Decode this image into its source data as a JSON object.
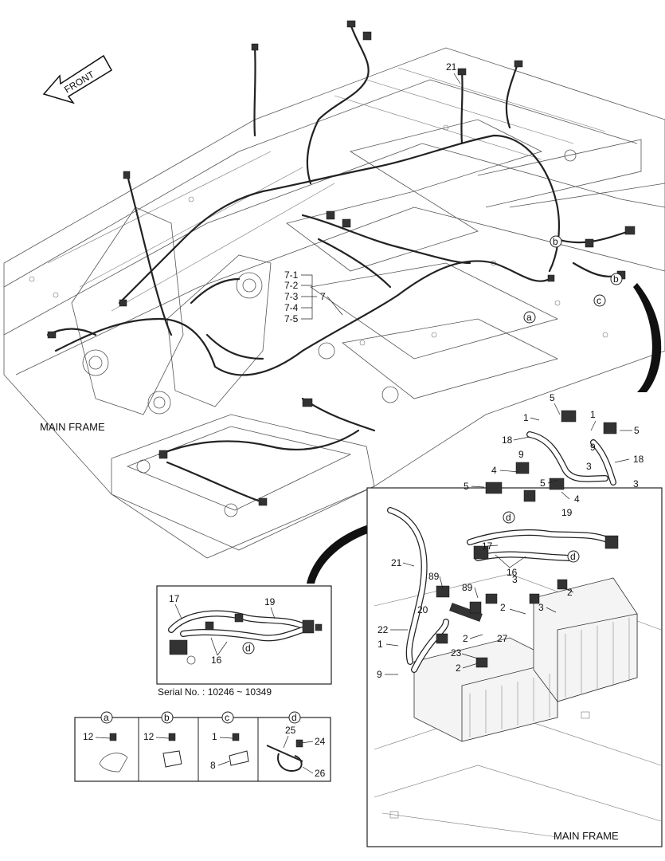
{
  "arrow_label": "FRONT",
  "main_frame_label": "MAIN FRAME",
  "detail_frame_label": "MAIN FRAME",
  "serial_label": "Serial No. : 10246 ~ 10349",
  "callouts_main": {
    "c21": "21",
    "c7": "7",
    "c71": "7-1",
    "c72": "7-2",
    "c73": "7-3",
    "c74": "7-4",
    "c75": "7-5",
    "ca": "a",
    "cb1": "b",
    "cb2": "b",
    "cc": "c"
  },
  "callouts_detail": {
    "d5a": "5",
    "d1a": "1",
    "d1b": "1",
    "d5b": "5",
    "d18a": "18",
    "d9a": "9",
    "d9b": "9",
    "d3a": "3",
    "d18b": "18",
    "d4a": "4",
    "d5c": "5",
    "d5d": "5",
    "d3b": "3",
    "d4b": "4",
    "dd1": "d",
    "dd2": "d",
    "d19": "19",
    "d17": "17",
    "d16": "16",
    "d21": "21",
    "d89a": "89",
    "d89b": "89",
    "d3c": "3",
    "d2a": "2",
    "d2b": "2",
    "d3d": "3",
    "d20": "20",
    "d22": "22",
    "d1c": "1",
    "d2c": "2",
    "d27": "27",
    "d23": "23",
    "d2d": "2",
    "d9c": "9"
  },
  "callouts_serial": {
    "s17": "17",
    "s19": "19",
    "sd": "d",
    "s16": "16"
  },
  "legend": [
    {
      "key": "a",
      "parts": [
        "12"
      ]
    },
    {
      "key": "b",
      "parts": [
        "12"
      ]
    },
    {
      "key": "c",
      "parts": [
        "1",
        "8"
      ]
    },
    {
      "key": "d",
      "parts": [
        "25",
        "24",
        "26"
      ]
    }
  ]
}
